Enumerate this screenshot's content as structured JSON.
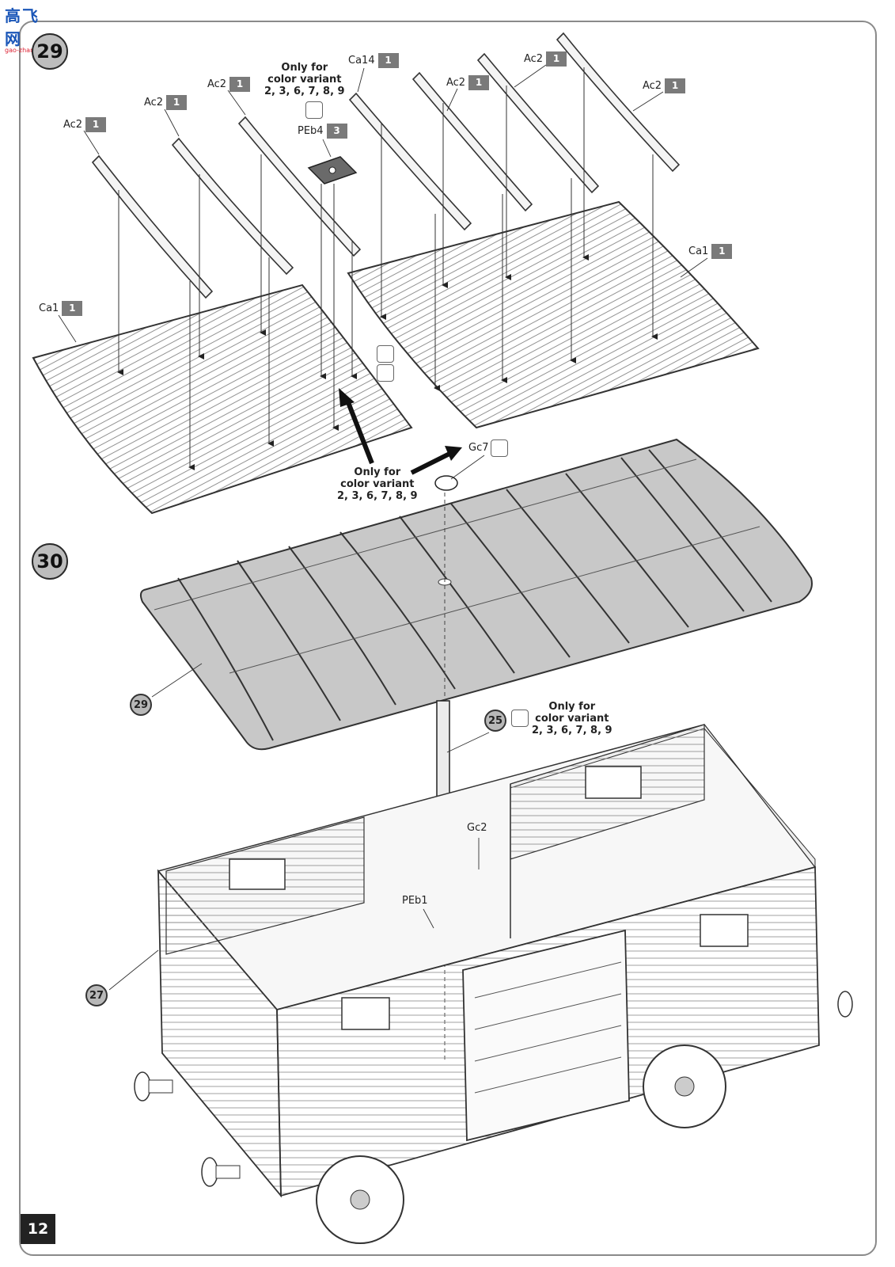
{
  "logo": {
    "text": "高飞网",
    "sub": "gao-zhan.com"
  },
  "page_number": "12",
  "steps": [
    {
      "id": "step-29",
      "number": "29"
    },
    {
      "id": "step-30",
      "number": "30"
    }
  ],
  "callouts": {
    "ac2_a": {
      "code": "Ac2",
      "qty": "1"
    },
    "ac2_b": {
      "code": "Ac2",
      "qty": "1"
    },
    "ac2_c": {
      "code": "Ac2",
      "qty": "1"
    },
    "ac2_d": {
      "code": "Ac2",
      "qty": "1"
    },
    "ac2_e": {
      "code": "Ac2",
      "qty": "1"
    },
    "ac2_f": {
      "code": "Ac2",
      "qty": "1"
    },
    "ca14": {
      "code": "Ca14",
      "qty": "1"
    },
    "peb4": {
      "code": "PEb4",
      "qty": "3"
    },
    "ca1_left": {
      "code": "Ca1",
      "qty": "1"
    },
    "ca1_right": {
      "code": "Ca1",
      "qty": "1"
    },
    "gc7": {
      "code": "Gc7"
    },
    "gc2": {
      "code": "Gc2"
    },
    "peb1": {
      "code": "PEb1"
    }
  },
  "notes": {
    "variant_top": {
      "line1": "Only for",
      "line2": "color variant",
      "line3": "2, 3, 6, 7, 8, 9"
    },
    "variant_mid": {
      "line1": "Only for",
      "line2": "color variant",
      "line3": "2, 3, 6, 7, 8, 9"
    },
    "variant_bottom": {
      "line1": "Only for",
      "line2": "color variant",
      "line3": "2, 3, 6, 7, 8, 9"
    }
  },
  "refs": {
    "r29": "29",
    "r25": "25",
    "r27": "27"
  },
  "icons": [
    "glue-icon",
    "sand-icon"
  ],
  "colors": {
    "qty_box": "#7a7a7a",
    "step_circle": "#bdbdbd",
    "roof_grey": "#c8c8c8"
  }
}
